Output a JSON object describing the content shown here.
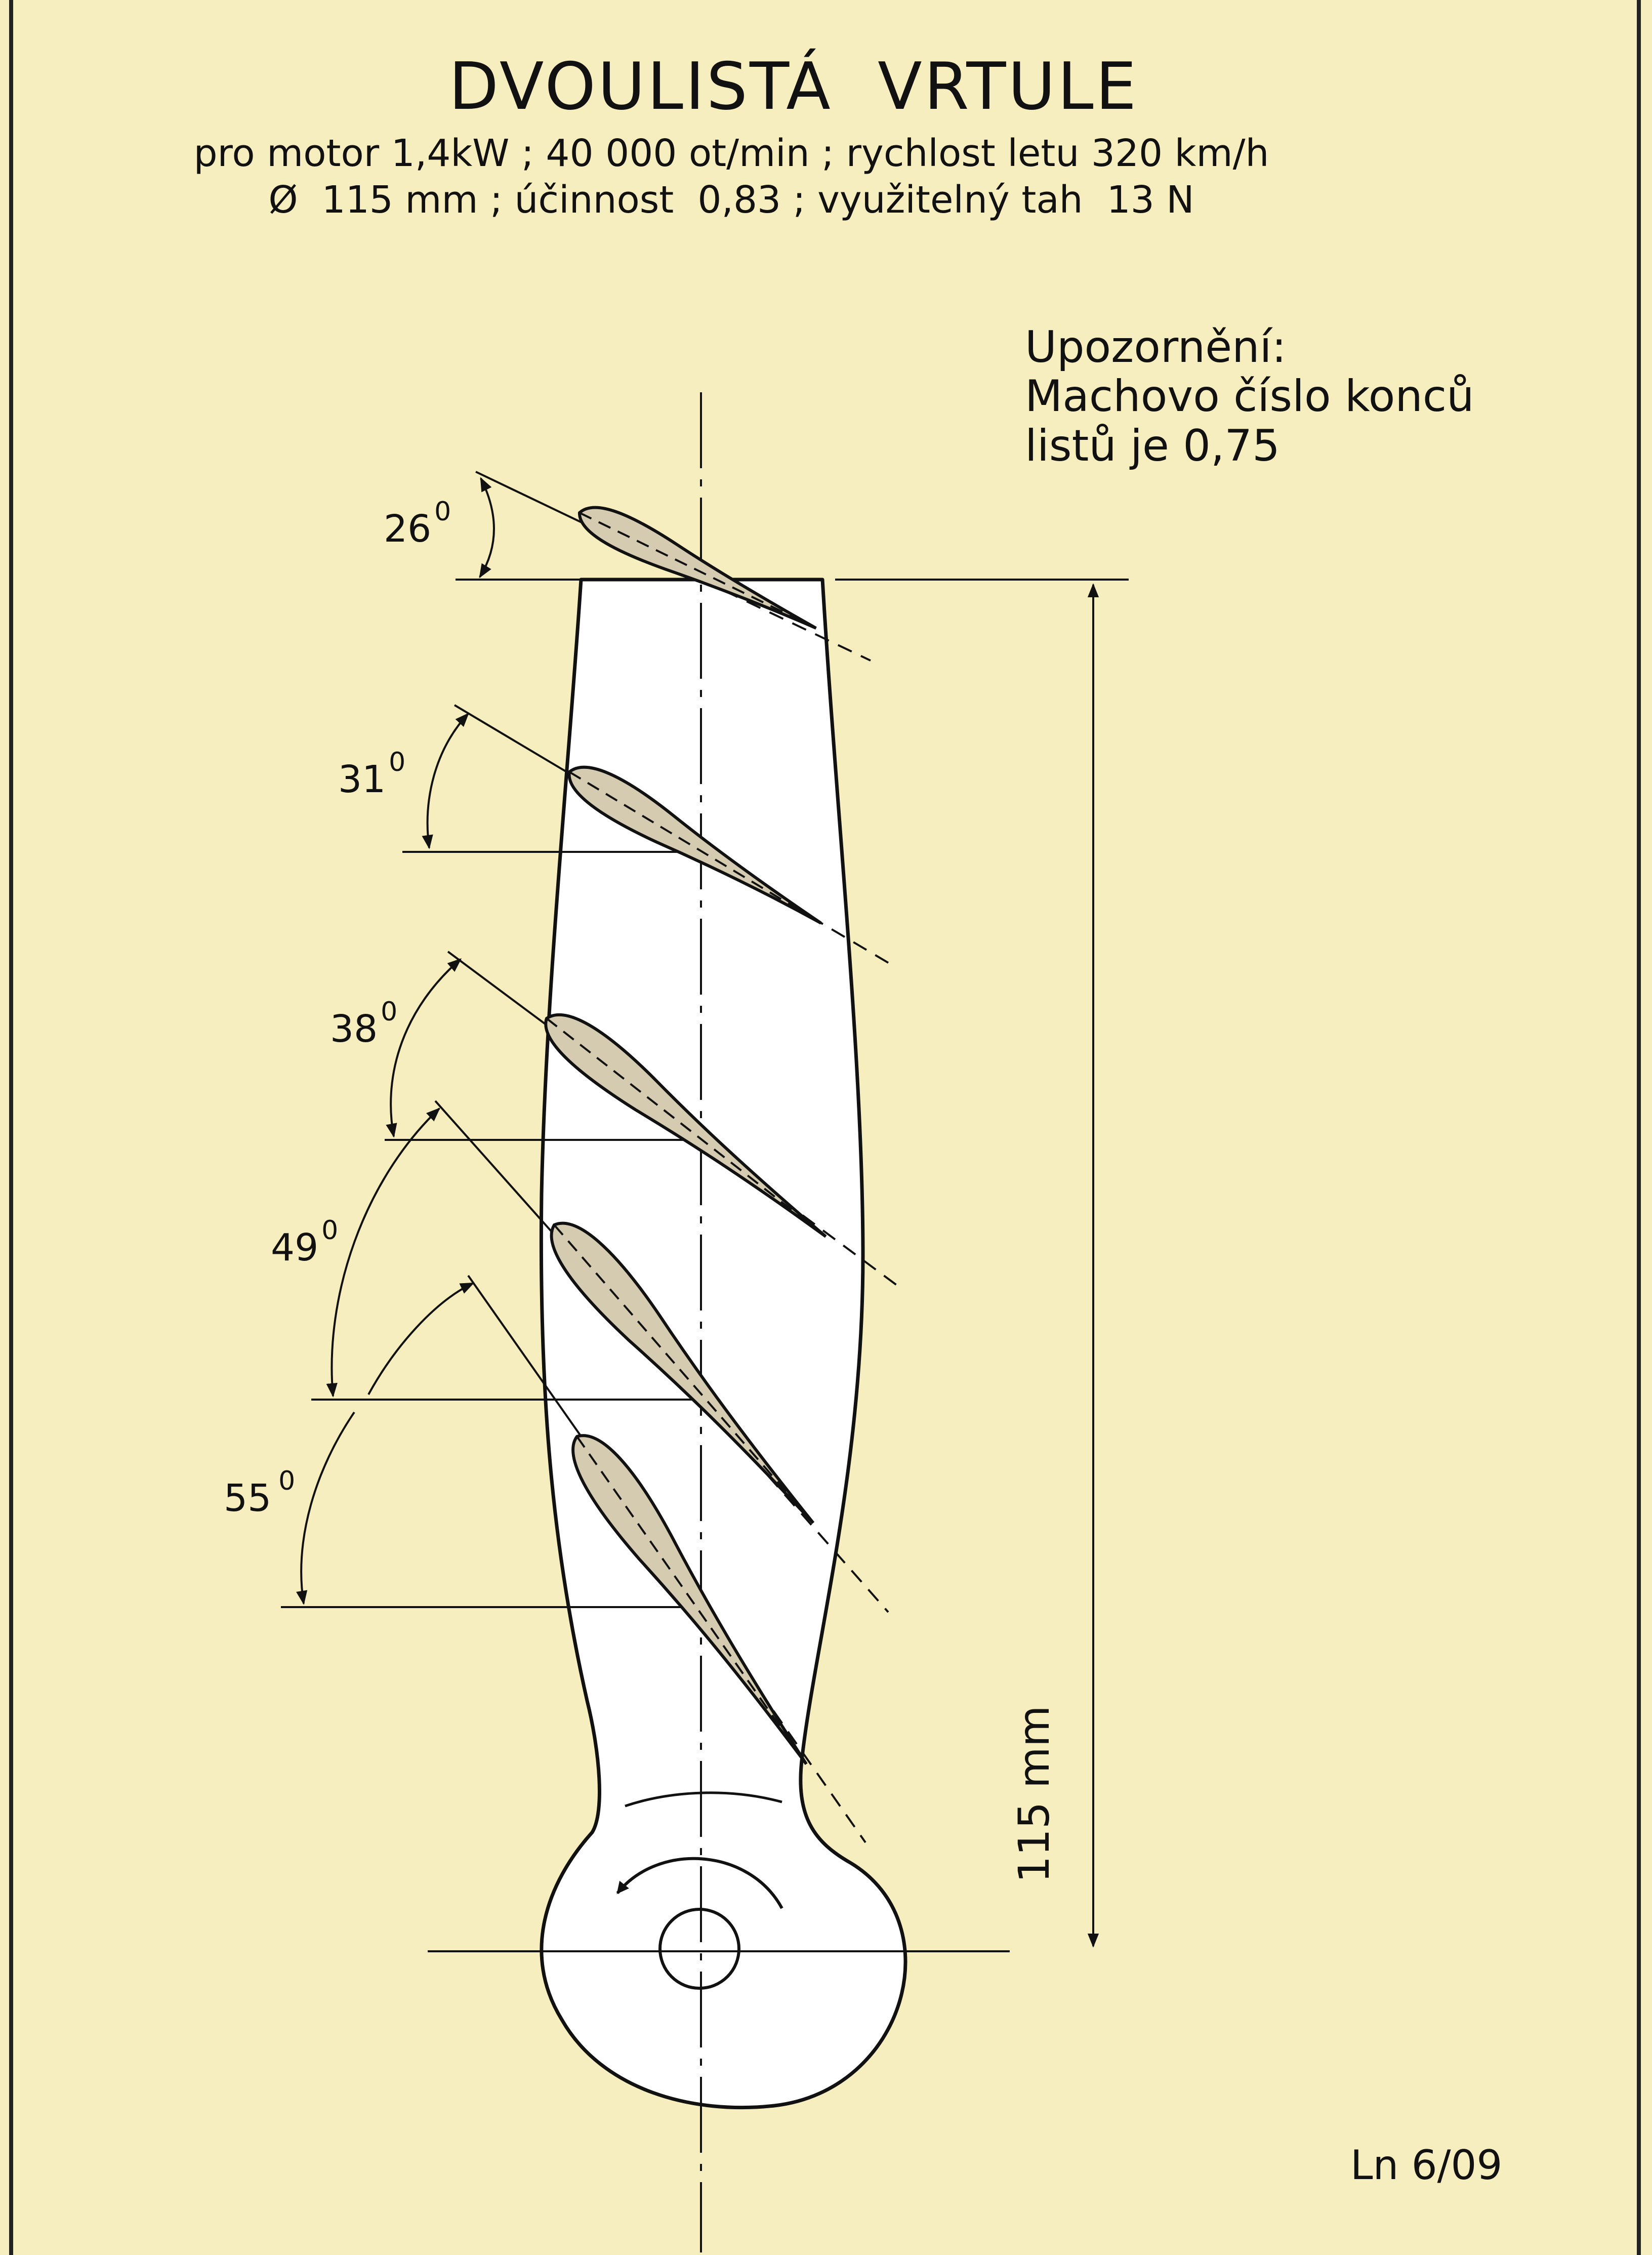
{
  "title": "DVOULISTÁ  VRTULE",
  "subtitle_line1": "pro motor 1,4kW ; 40 000 ot/min ; rychlost letu 320 km/h",
  "subtitle_line2": "Ø  115 mm ; účinnost  0,83 ; využitelný tah  13 N",
  "note": {
    "line1": "Upozornění:",
    "line2": "Machovo číslo konců",
    "line3": "listů je 0,75"
  },
  "angles": [
    {
      "value": "26",
      "deg": "0"
    },
    {
      "value": "31",
      "deg": "0"
    },
    {
      "value": "38",
      "deg": "0"
    },
    {
      "value": "49",
      "deg": "0"
    },
    {
      "value": "55",
      "deg": "0"
    }
  ],
  "dimension_label": "115 mm",
  "reference": "Ln 6/09",
  "colors": {
    "paper": "#f6eebe",
    "section_fill": "#d5cbb1",
    "blade_fill": "#ffffff",
    "ink": "#111111",
    "border": "#222222"
  }
}
